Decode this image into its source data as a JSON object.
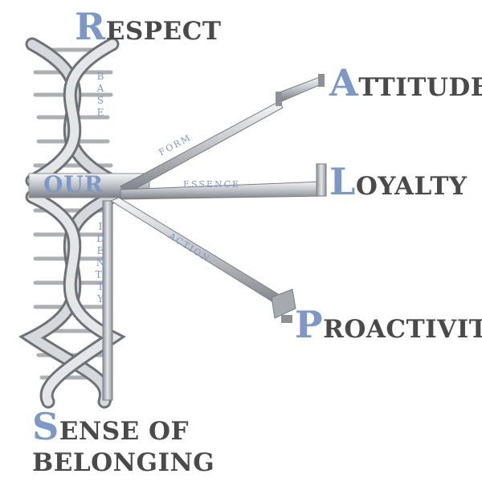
{
  "values": {
    "respect": {
      "initial": "R",
      "rest": "ESPECT"
    },
    "attitude": {
      "initial": "A",
      "rest": "TTITUDE"
    },
    "loyalty": {
      "initial": "L",
      "rest": "OYALTY"
    },
    "proactivity": {
      "initial": "P",
      "rest": "ROACTIVITY"
    },
    "sense_of_belonging": {
      "initial": "S",
      "line1_rest": "ENSE OF",
      "line2": "BELONGING"
    }
  },
  "center_word": "OUR",
  "helix_label_top": "BASE",
  "helix_label_bottom": "IDENTITY",
  "beam_labels": {
    "form": "FORM",
    "essence": "ESSENCE",
    "action": "ACTION"
  },
  "colors": {
    "accent": "#7c98c8",
    "text": "#4a4a4a",
    "metal": "#b4b8bc"
  }
}
